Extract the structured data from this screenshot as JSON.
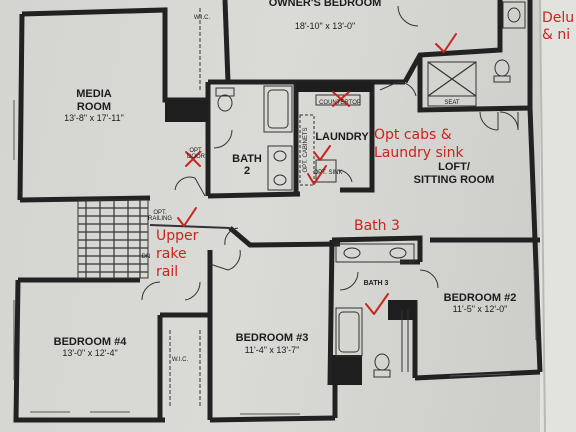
{
  "rooms": {
    "owners_bedroom": {
      "name": "OWNER'S BEDROOM",
      "dims": "18'-10\" x 13'-0\""
    },
    "wic_top": {
      "name": "W.I.C."
    },
    "media_room": {
      "name_line1": "MEDIA",
      "name_line2": "ROOM",
      "dims": "13'-8\" x 17'-11\""
    },
    "bath2": {
      "name_line1": "BATH",
      "name_line2": "2"
    },
    "laundry": {
      "name": "LAUNDRY"
    },
    "loft": {
      "name_line1": "LOFT/",
      "name_line2": "SITTING ROOM"
    },
    "bath3": {
      "name": "BATH 3"
    },
    "bedroom2": {
      "name": "BEDROOM #2",
      "dims": "11'-5\" x 12'-0\""
    },
    "bedroom3": {
      "name": "BEDROOM #3",
      "dims": "11'-4\" x 13'-7\""
    },
    "bedroom4": {
      "name": "BEDROOM #4",
      "dims": "13'-0\" x 12'-4\""
    },
    "wic_bottom": {
      "name": "W.I.C."
    }
  },
  "fixtures": {
    "countertop": "COUNTERTOP",
    "opt_cabinets": "OPT. CABINETS",
    "opt_sink": "OPT. SINK",
    "opt_door_line1": "OPT.",
    "opt_door_line2": "DOOR",
    "opt_railing_line1": "OPT.",
    "opt_railing_line2": "RAILING",
    "seat": "SEAT",
    "stair_dn": "DN"
  },
  "annotations": {
    "top_right_line1": "Delu",
    "top_right_line2": "& ni",
    "opt_cabs_line1": "Opt cabs &",
    "opt_cabs_line2": "Laundry sink",
    "bath3_note": "Bath 3",
    "upper_rake_line1": "Upper",
    "upper_rake_line2": "rake",
    "upper_rake_line3": "rail"
  },
  "colors": {
    "annotation": "#c8251f",
    "wall": "#222222",
    "paper": "#d6d6d2"
  }
}
